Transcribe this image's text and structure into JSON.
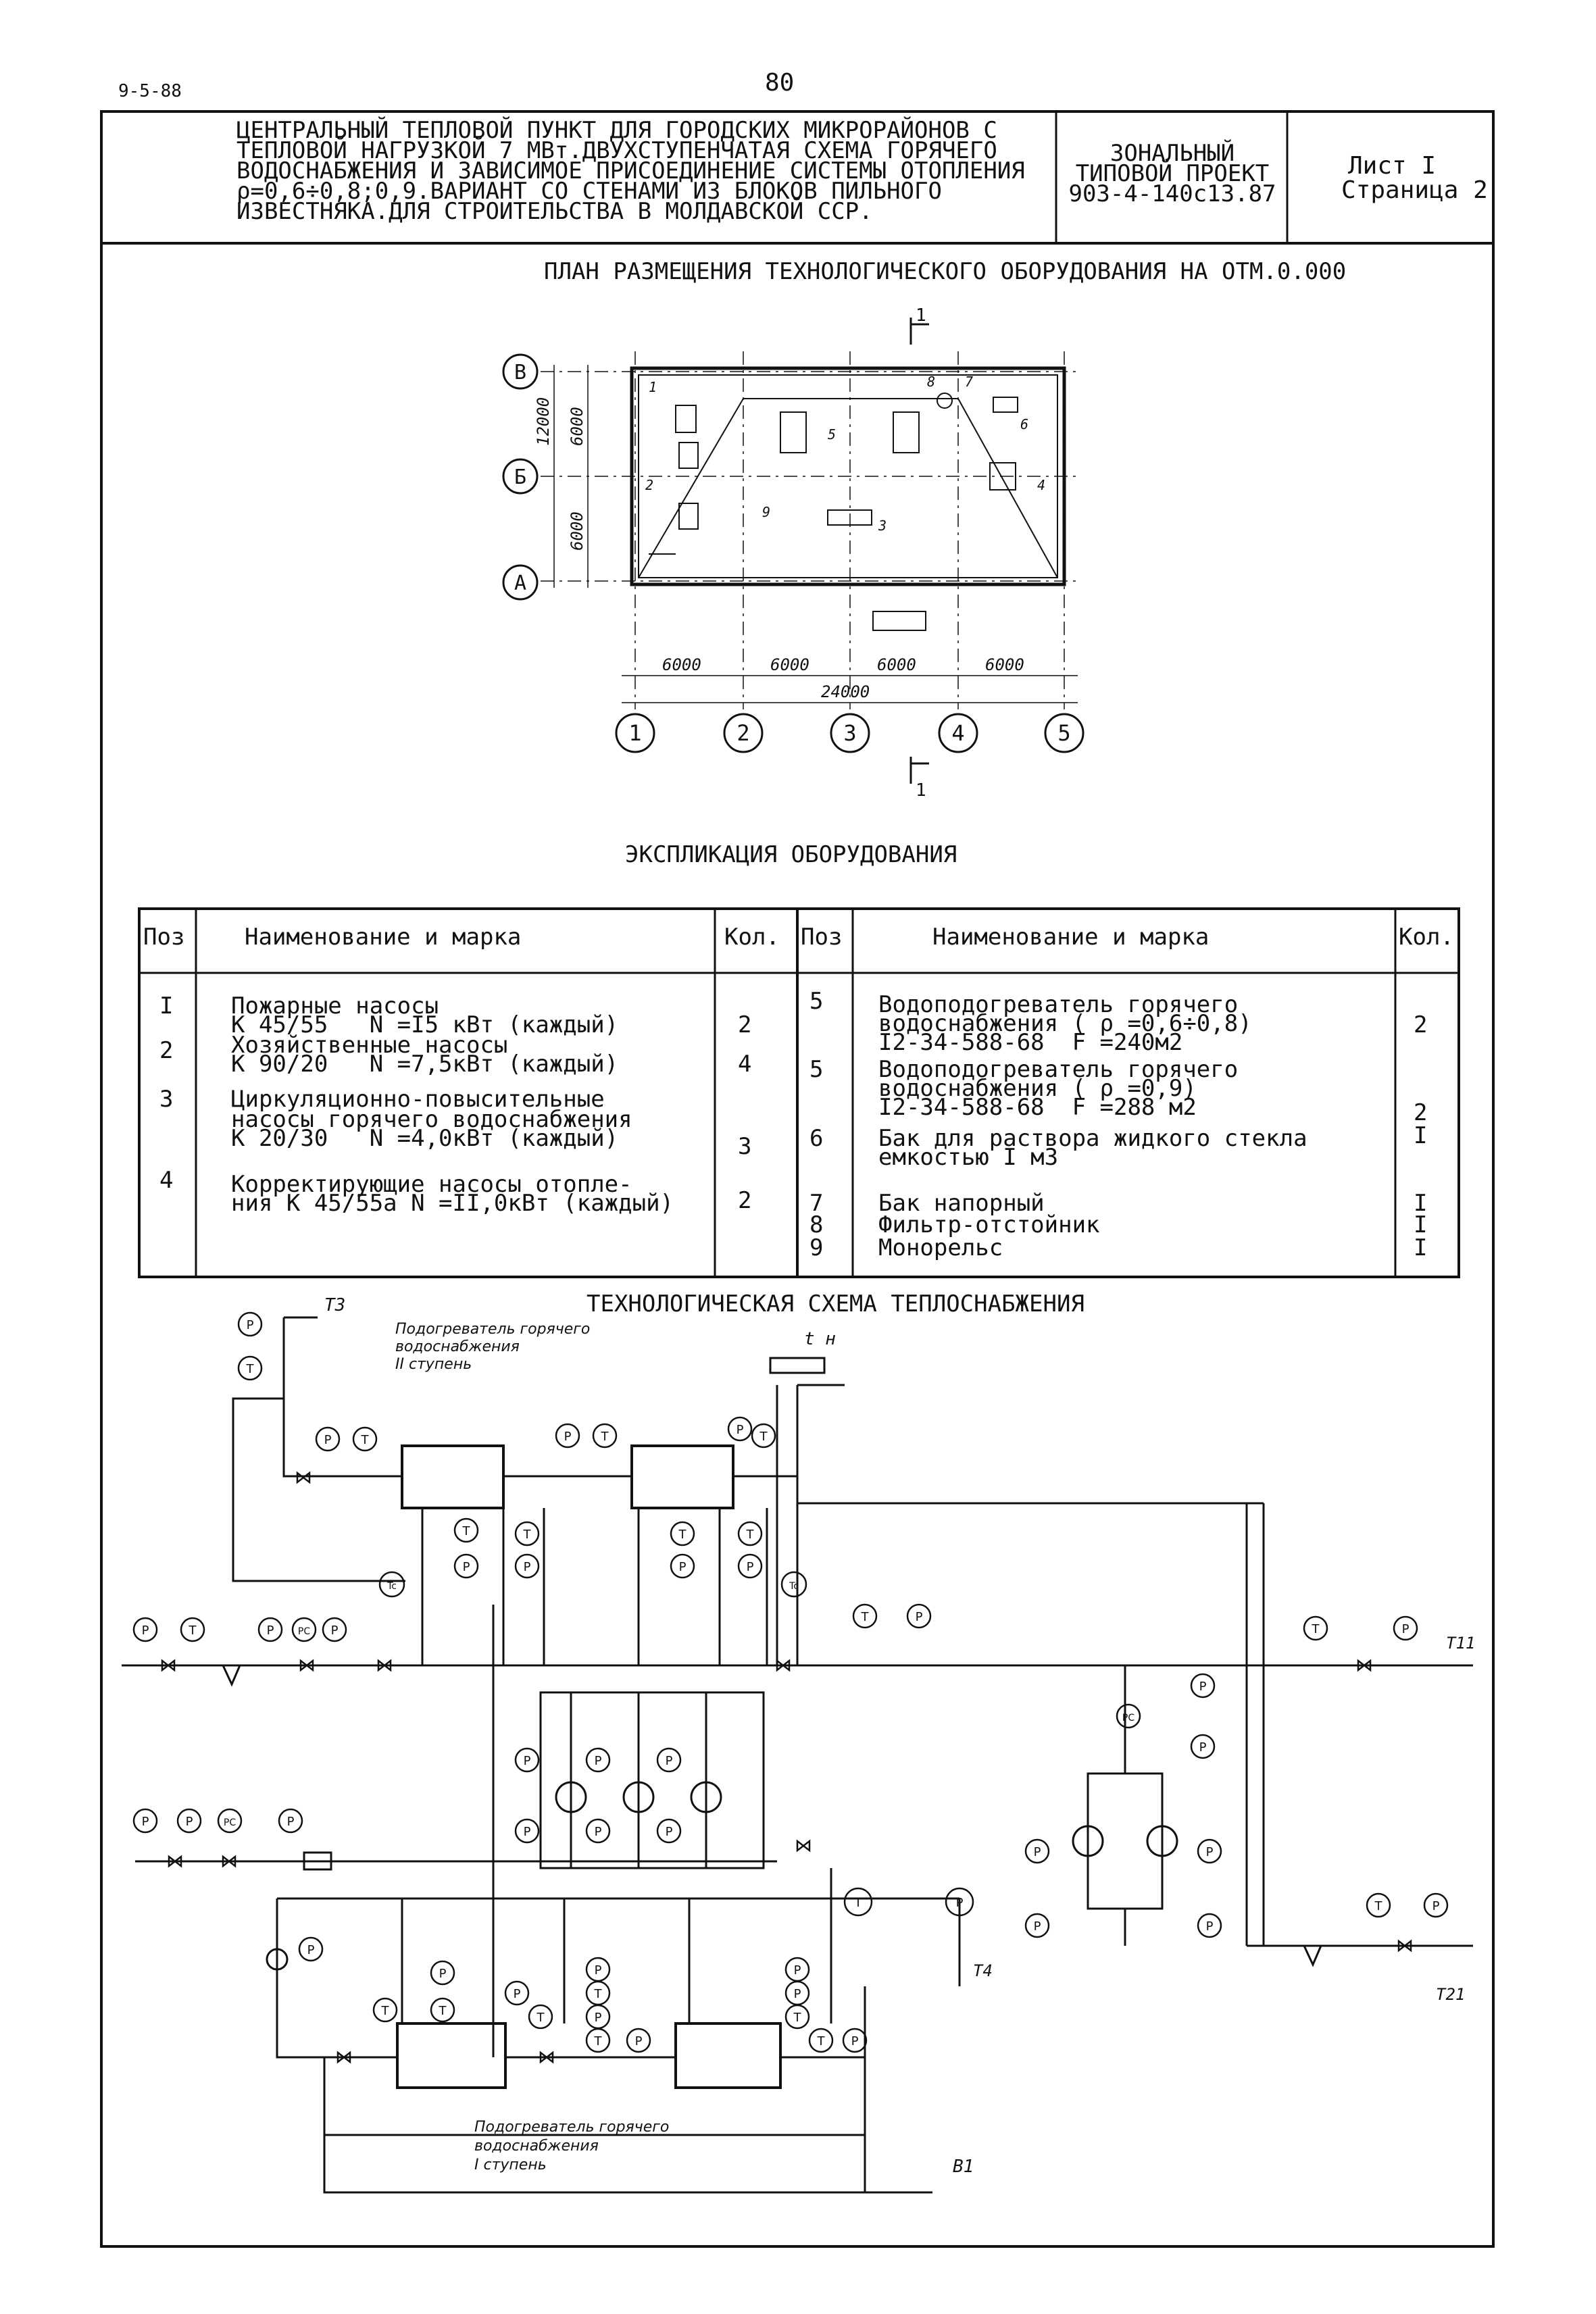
{
  "corner_code": "9-5-88",
  "page_number": "80",
  "title_block": {
    "description_lines": [
      "ЦЕНТРАЛЬНЫЙ ТЕПЛОВОЙ ПУНКТ ДЛЯ ГОРОДСКИХ МИКРОРАЙОНОВ С",
      "ТЕПЛОВОЙ НАГРУЗКОЙ 7 МВт.ДВУХСТУПЕНЧАТАЯ СХЕМА ГОРЯЧЕГО",
      "ВОДОСНАБЖЕНИЯ И ЗАВИСИМОЕ ПРИСОЕДИНЕНИЕ СИСТЕМЫ ОТОПЛЕНИЯ",
      "ρ=0,6÷0,8;0,9.ВАРИАНТ СО СТЕНАМИ ИЗ БЛОКОВ ПИЛЬНОГО",
      "ИЗВЕСТНЯКА.ДЛЯ СТРОИТЕЛЬСТВА В МОЛДАВСКОЙ ССР."
    ],
    "project_lines": [
      "ЗОНАЛЬНЫЙ",
      "ТИПОВОЙ ПРОЕКТ",
      "903-4-140с13.87"
    ],
    "sheet_lines": [
      "Лист I",
      "Страница 2"
    ]
  },
  "plan": {
    "title": "ПЛАН РАЗМЕЩЕНИЯ ТЕХНОЛОГИЧЕСКОГО ОБОРУДОВАНИЯ НА ОТМ.0.000",
    "row_axes": [
      "В",
      "Б",
      "А"
    ],
    "column_axes": [
      "1",
      "2",
      "3",
      "4",
      "5"
    ],
    "vertical_dims": [
      "12000",
      "6000",
      "6000"
    ],
    "horizontal_dims": [
      "6000",
      "6000",
      "6000",
      "6000"
    ],
    "total_width_dim": "24000",
    "section_mark": "1",
    "position_labels": [
      "1",
      "2",
      "3",
      "4",
      "5",
      "6",
      "7",
      "8",
      "9"
    ]
  },
  "explication": {
    "title": "ЭКСПЛИКАЦИЯ ОБОРУДОВАНИЯ",
    "headers": {
      "pos": "Поз",
      "name": "Наименование и марка",
      "qty": "Кол."
    },
    "left_rows": [
      {
        "pos": "I",
        "lines": [
          "Пожарные насосы",
          "К 45/55   N =I5 кВт (каждый)"
        ],
        "qty": "2"
      },
      {
        "pos": "2",
        "lines": [
          "Хозяйственные насосы",
          "К 90/20   N =7,5кВт (каждый)"
        ],
        "qty": "4"
      },
      {
        "pos": "3",
        "lines": [
          "Циркуляционно-повысительные",
          "насосы горячего водоснабжения",
          "К 20/30   N =4,0кВт (каждый)"
        ],
        "qty": "3"
      },
      {
        "pos": "4",
        "lines": [
          "Корректирующие насосы отопле-",
          "ния К 45/55а N =II,0кВт (каждый)"
        ],
        "qty": "2"
      }
    ],
    "right_rows": [
      {
        "pos": "5",
        "lines": [
          "Водоподогреватель горячего",
          "водоснабжения ( ρ =0,6÷0,8)",
          "I2-34-588-68  F =240м2"
        ],
        "qty": "2"
      },
      {
        "pos": "5",
        "lines": [
          "Водоподогреватель горячего",
          "водоснабжения ( ρ =0,9)",
          "I2-34-588-68  F =288 м2"
        ],
        "qty": "2"
      },
      {
        "pos": "6",
        "lines": [
          "Бак для раствора жидкого стекла",
          "емкостью I м3"
        ],
        "qty": "I"
      },
      {
        "pos": "7",
        "lines": [
          "Бак напорный"
        ],
        "qty": "I"
      },
      {
        "pos": "8",
        "lines": [
          "Фильтр-отстойник"
        ],
        "qty": "I"
      },
      {
        "pos": "9",
        "lines": [
          "Монорельс"
        ],
        "qty": "I"
      }
    ]
  },
  "scheme": {
    "title": "ТЕХНОЛОГИЧЕСКАЯ СХЕМА ТЕПЛОСНАБЖЕНИЯ",
    "pipe_labels": {
      "t3": "Т3",
      "t11": "Т11",
      "t21": "Т21",
      "t4": "Т4",
      "b1": "В1",
      "tn": "t н"
    },
    "heater_stage2": [
      "Подогреватель  горячего",
      "водоснабжения",
      "II ступень"
    ],
    "heater_stage1": [
      "Подогреватель  горячего",
      "водоснабжения",
      "I ступень"
    ],
    "instrument_symbols": {
      "pressure": "P",
      "temperature": "T",
      "regulator": "PC",
      "temp_regulator": "Tc"
    }
  }
}
